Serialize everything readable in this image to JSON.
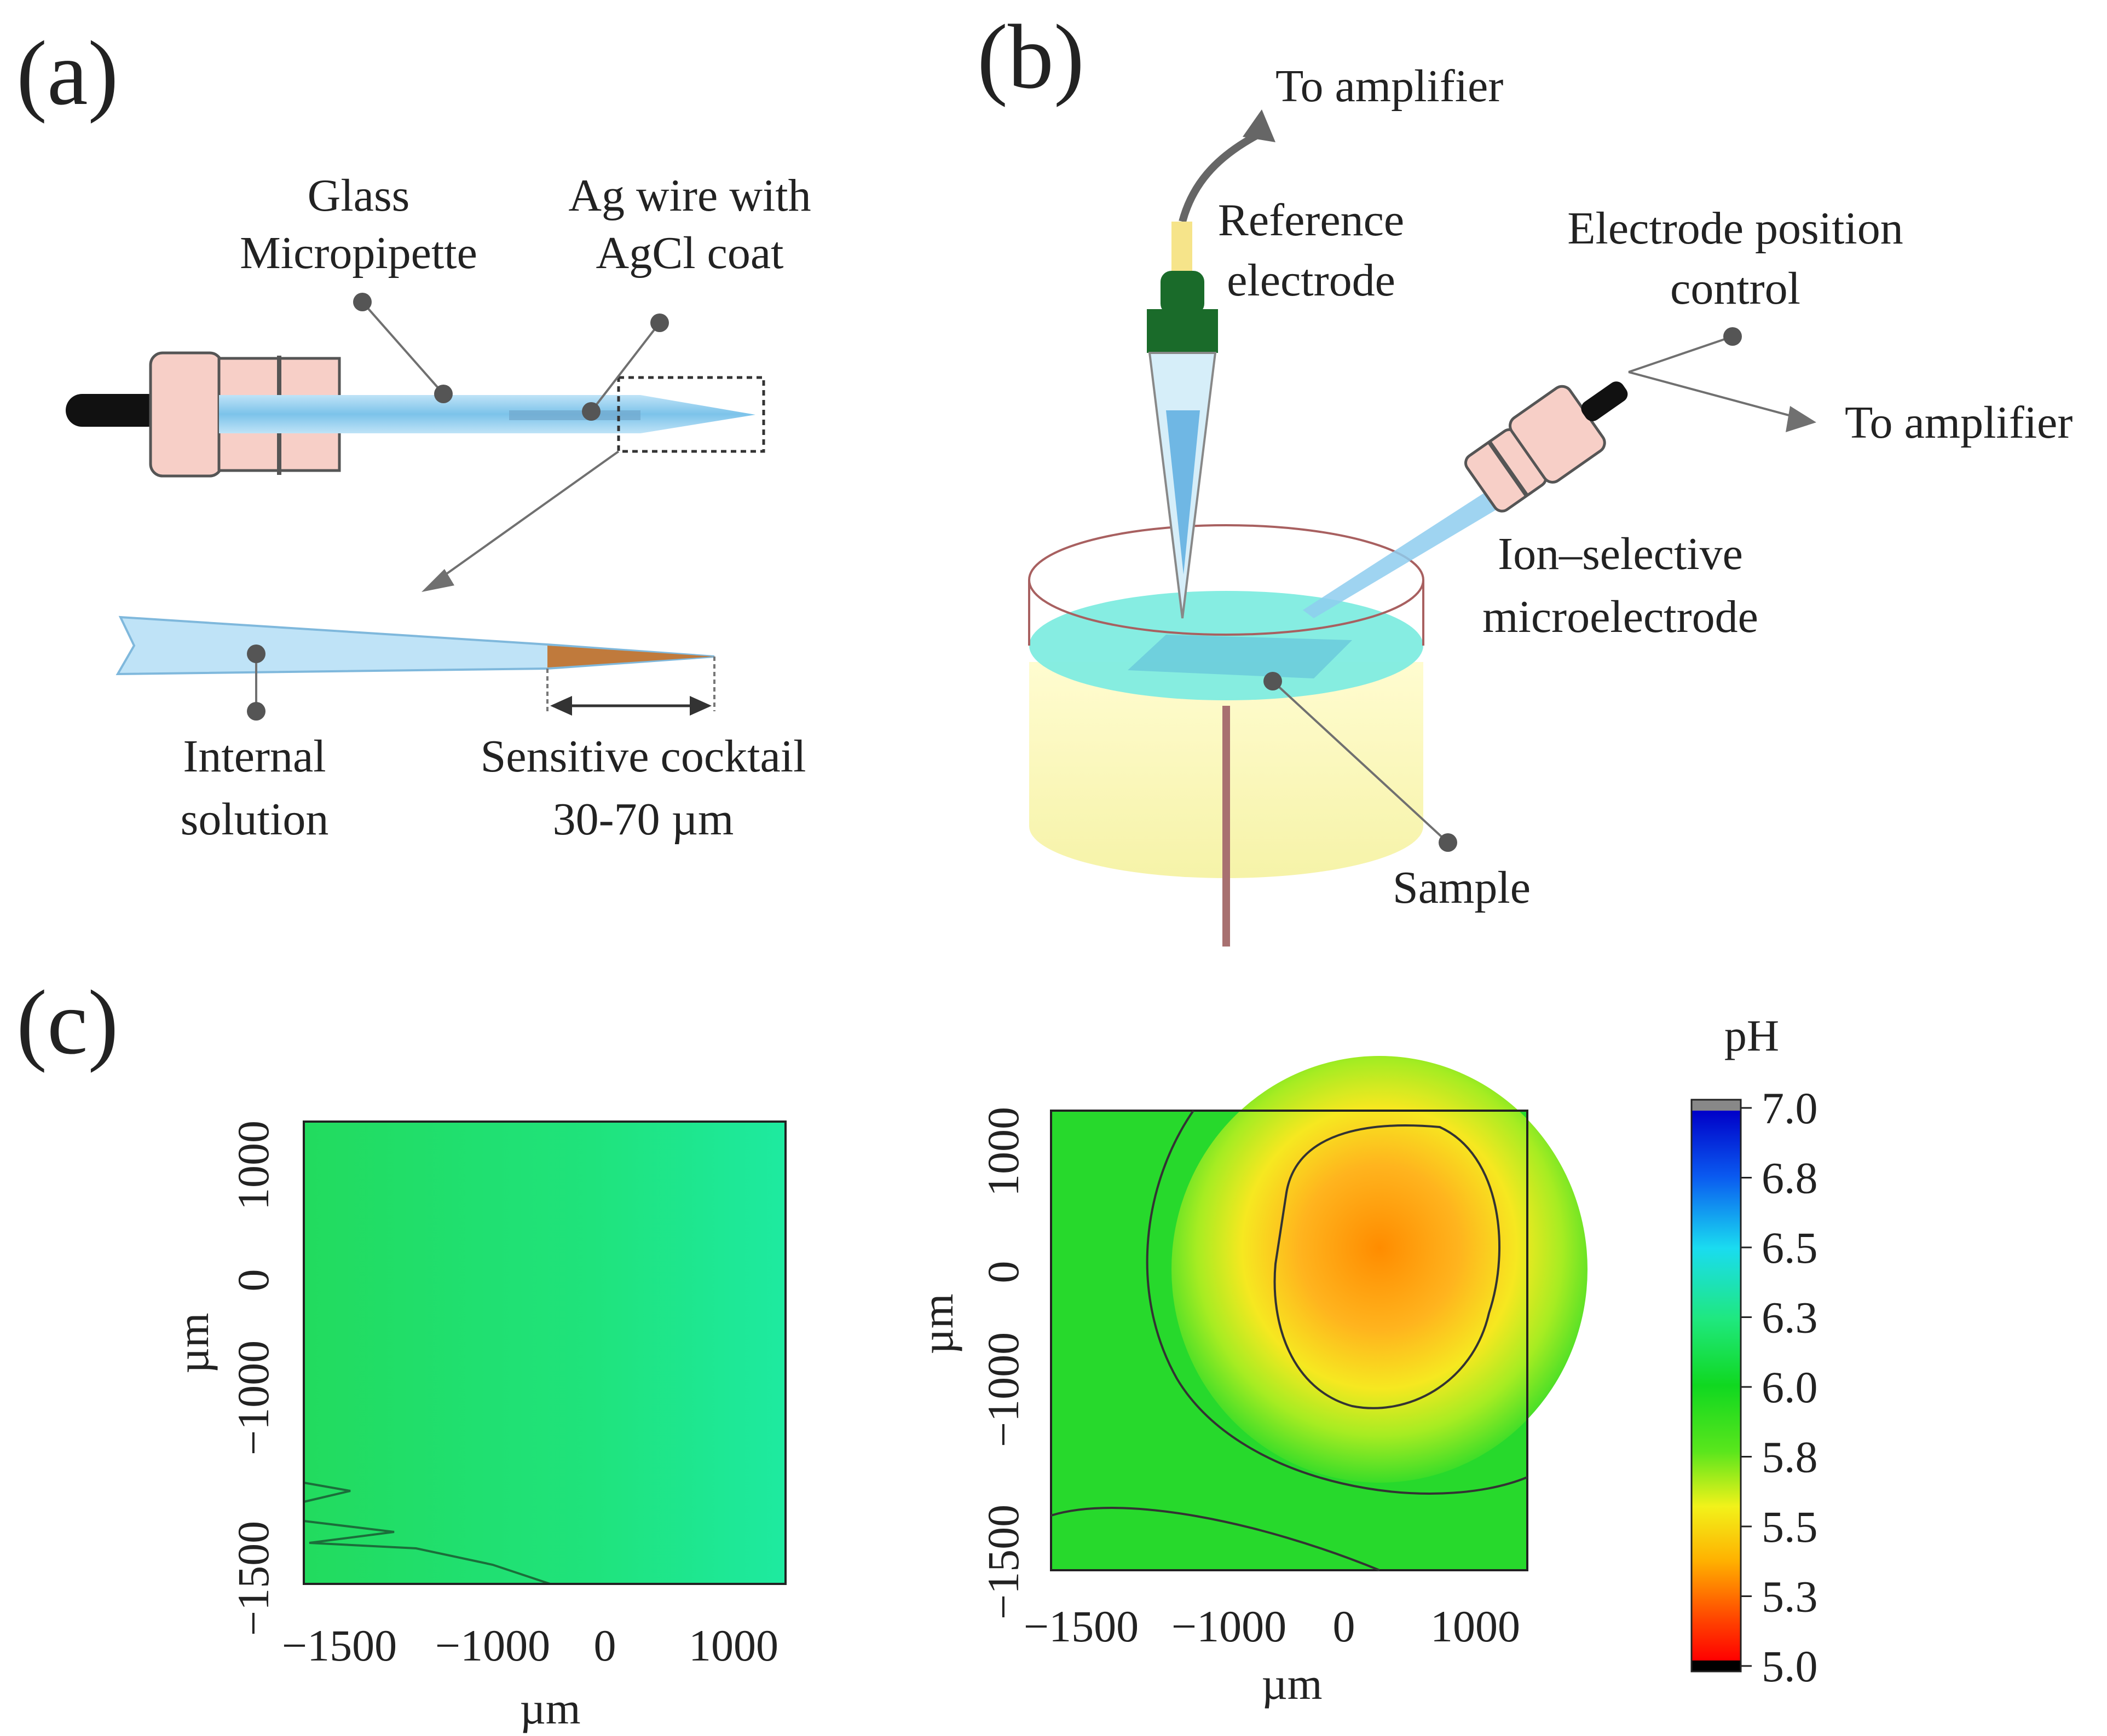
{
  "panel_a": {
    "letter": "(a)",
    "glass_label": [
      "Glass",
      "Micropipette"
    ],
    "wire_label": [
      "Ag wire with",
      "AgCl coat"
    ],
    "internal_label": [
      "Internal",
      "solution"
    ],
    "cocktail_label": [
      "Sensitive cocktail",
      "30-70 µm"
    ]
  },
  "panel_b": {
    "letter": "(b)",
    "amp_top": "To amplifier",
    "ref_label": [
      "Reference",
      "electrode"
    ],
    "pos_label": [
      "Electrode position",
      "control"
    ],
    "amp_right": "To amplifier",
    "ise_label": [
      "Ion–selective",
      "microelectrode"
    ],
    "sample_label": "Sample"
  },
  "panel_c": {
    "letter": "(c)",
    "colorbar_title": "pH",
    "colorbar_ticks": [
      "7.0",
      "6.8",
      "6.5",
      "6.3",
      "6.0",
      "5.8",
      "5.5",
      "5.3",
      "5.0"
    ],
    "colors": {
      "green_bg": "#1FE87E",
      "map_green": "#22D92A",
      "orange_core": "#FF9A00"
    }
  },
  "chart_data": [
    {
      "type": "heatmap",
      "title": "",
      "xlabel": "µm",
      "ylabel": "µm",
      "xticks": [
        "−1500",
        "−1000",
        "0",
        "1000"
      ],
      "yticks": [
        "−1500",
        "−1000",
        "0",
        "1000"
      ],
      "value_label": "pH",
      "value_range": [
        5.0,
        7.0
      ],
      "description_values": {
        "typical_pH": 6.1,
        "range": [
          6.0,
          6.2
        ]
      }
    },
    {
      "type": "heatmap",
      "title": "",
      "xlabel": "µm",
      "ylabel": "µm",
      "xticks": [
        "−1500",
        "−1000",
        "0",
        "1000"
      ],
      "yticks": [
        "−1500",
        "−1000",
        "0",
        "1000"
      ],
      "value_label": "pH",
      "value_range": [
        5.0,
        7.0
      ],
      "description_values": {
        "min_pH": 5.4,
        "max_pH": 6.2
      }
    }
  ]
}
